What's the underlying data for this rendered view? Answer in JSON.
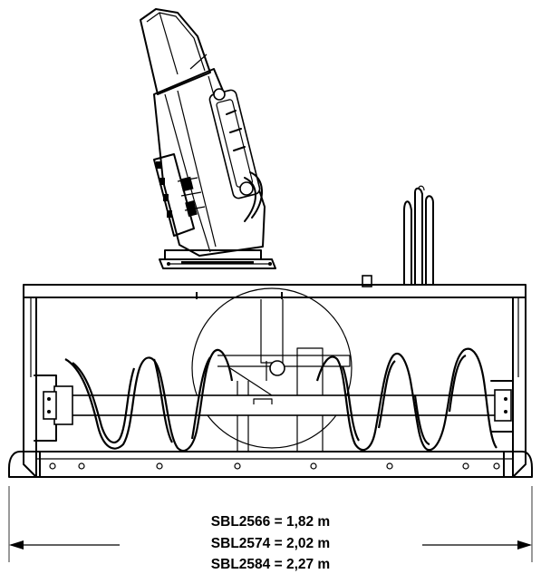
{
  "dimensions": {
    "lines": [
      "SBL2566 = 1,82 m",
      "SBL2574 = 2,02 m",
      "SBL2584 = 2,27 m"
    ]
  }
}
